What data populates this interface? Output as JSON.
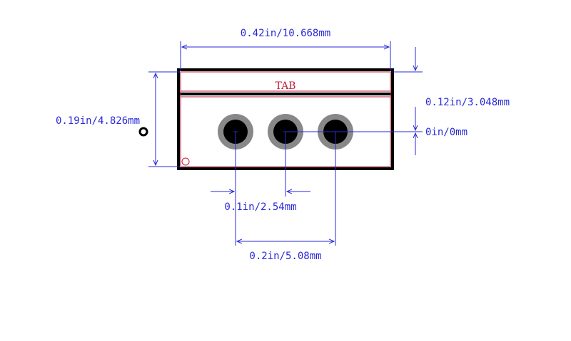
{
  "footprint": {
    "tab_label": "TAB",
    "colors": {
      "outline": "#000000",
      "dimension": "#2a2ad8",
      "courtyard": "#c0203a",
      "pad_ring": "#888888",
      "pad_hole": "#000000"
    }
  },
  "dimensions": {
    "width": "0.42in/10.668mm",
    "height": "0.19in/4.826mm",
    "tab_offset": "0.12in/3.048mm",
    "vertical_offset": "0in/0mm",
    "pitch": "0.1in/2.54mm",
    "span": "0.2in/5.08mm"
  }
}
